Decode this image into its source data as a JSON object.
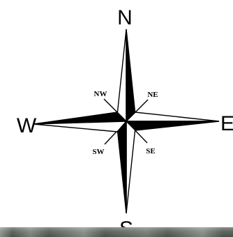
{
  "compass": {
    "cardinals": {
      "north": "N",
      "south": "S",
      "east": "E",
      "west": "W"
    },
    "intercardinals": {
      "northwest": "NW",
      "northeast": "NE",
      "southwest": "SW",
      "southeast": "SE"
    }
  },
  "colors": {
    "ink": "#000000",
    "background": "#ffffff",
    "photo_strip": "#5f655f"
  }
}
